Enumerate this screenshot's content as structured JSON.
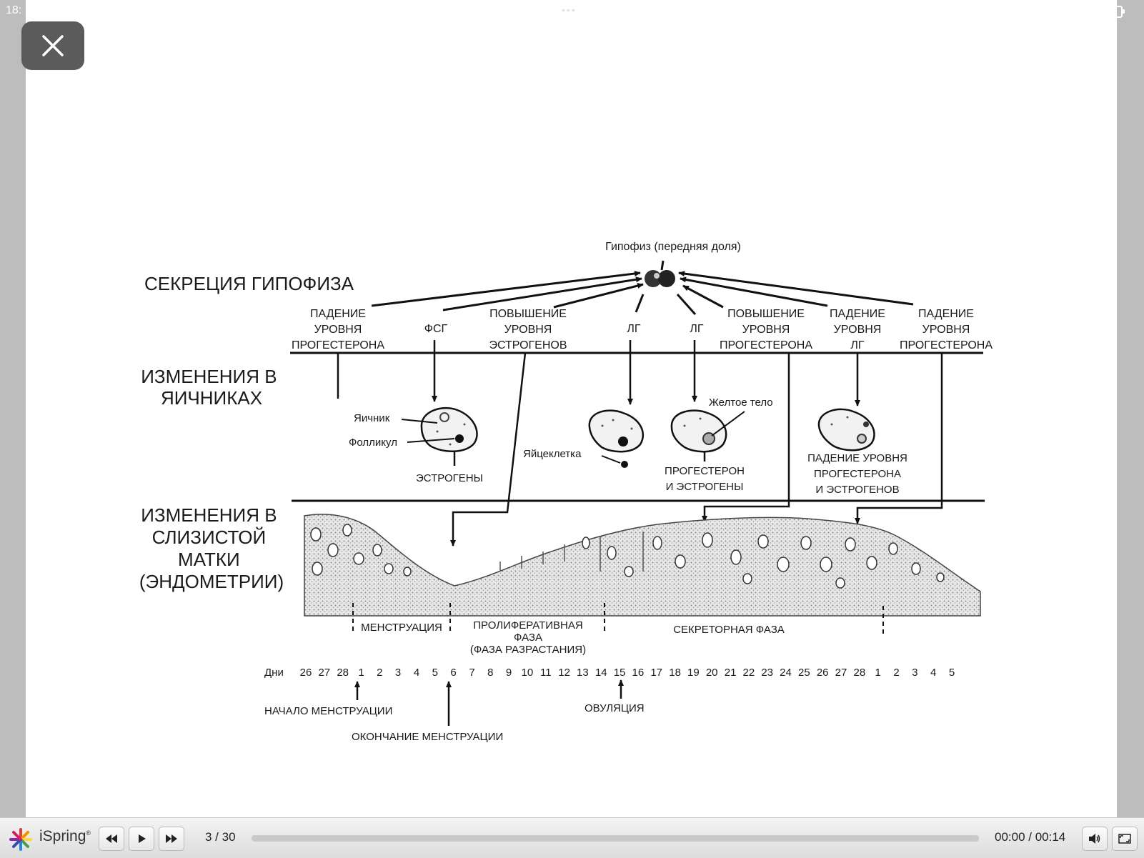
{
  "status_bar": {
    "time": "18:",
    "dots": "•••",
    "battery_level": 0.85
  },
  "close_icon": "close-icon",
  "diagram": {
    "row_titles": {
      "pituitary": "СЕКРЕЦИЯ ГИПОФИЗА",
      "ovary": [
        "ИЗМЕНЕНИЯ В",
        "ЯИЧНИКАХ"
      ],
      "endometrium": [
        "ИЗМЕНЕНИЯ В",
        "СЛИЗИСТОЙ",
        "МАТКИ",
        "(ЭНДОМЕТРИИ)"
      ]
    },
    "pituitary_label": "Гипофиз (передняя доля)",
    "hormone_labels": {
      "progesterone_fall": [
        "ПАДЕНИЕ",
        "УРОВНЯ",
        "ПРОГЕСТЕРОНА"
      ],
      "fsh": "ФСГ",
      "estrogen_rise": [
        "ПОВЫШЕНИЕ",
        "УРОВНЯ",
        "ЭСТРОГЕНОВ"
      ],
      "lh_1": "ЛГ",
      "lh_2": "ЛГ",
      "progesterone_rise": [
        "ПОВЫШЕНИЕ",
        "УРОВНЯ",
        "ПРОГЕСТЕРОНА"
      ],
      "lh_fall": [
        "ПАДЕНИЕ",
        "УРОВНЯ",
        "ЛГ"
      ],
      "progesterone_fall_2": [
        "ПАДЕНИЕ",
        "УРОВНЯ",
        "ПРОГЕСТЕРОНА"
      ]
    },
    "ovary_labels": {
      "ovary": "Яичник",
      "follicle": "Фолликул",
      "estrogens": "ЭСТРОГЕНЫ",
      "egg": "Яйцеклетка",
      "corpus_luteum": "Желтое тело",
      "prog_estr": [
        "ПРОГЕСТЕРОН",
        "И ЭСТРОГЕНЫ"
      ],
      "fall_prog_estr": [
        "ПАДЕНИЕ УРОВНЯ",
        "ПРОГЕСТЕРОНА",
        "И ЭСТРОГЕНОВ"
      ]
    },
    "phases": {
      "menstruation": "МЕНСТРУАЦИЯ",
      "proliferative": [
        "ПРОЛИФЕРАТИВНАЯ",
        "ФАЗА",
        "(ФАЗА РАЗРАСТАНИЯ)"
      ],
      "secretory": "СЕКРЕТОРНАЯ ФАЗА"
    },
    "days_label": "Дни",
    "days": [
      "26",
      "27",
      "28",
      "1",
      "2",
      "3",
      "4",
      "5",
      "6",
      "7",
      "8",
      "9",
      "10",
      "11",
      "12",
      "13",
      "14",
      "15",
      "16",
      "17",
      "18",
      "19",
      "20",
      "21",
      "22",
      "23",
      "24",
      "25",
      "26",
      "27",
      "28",
      "1",
      "2",
      "3",
      "4",
      "5"
    ],
    "events": {
      "menstruation_start": "НАЧАЛО МЕНСТРУАЦИИ",
      "menstruation_end": "ОКОНЧАНИЕ МЕНСТРУАЦИИ",
      "ovulation": "ОВУЛЯЦИЯ"
    }
  },
  "toolbar": {
    "brand": "iSpring",
    "brand_mark": "®",
    "page_indicator": "3 / 30",
    "progress": 0.0,
    "time": "00:00 / 00:14",
    "icons": [
      "ispring-logo-icon",
      "rewind-icon",
      "play-icon",
      "fast-forward-icon",
      "volume-icon",
      "fullscreen-icon"
    ]
  }
}
